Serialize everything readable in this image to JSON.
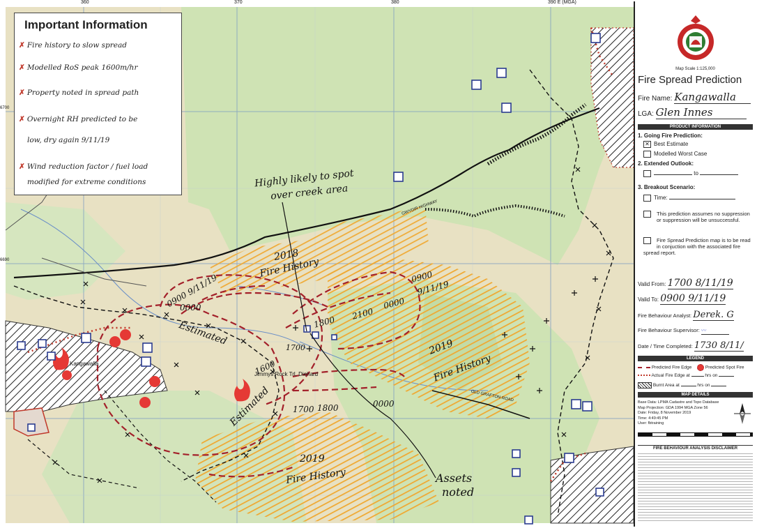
{
  "info_box": {
    "title": "Important Information",
    "notes": [
      "Fire history to slow spread",
      "Modelled RoS peak 1600m/hr",
      "Property noted in spread path",
      "Overnight RH predicted to be",
      "low, dry again 9/11/19",
      "Wind reduction factor / fuel load",
      "modified for extreme conditions"
    ]
  },
  "map": {
    "town_label": "Kangawalla",
    "trail_label": "Jimmys Rock Trl, Diehard",
    "road_gwydir": "GWYDIR HIGHWAY",
    "road_old_grafton": "OLD GRAFTON ROAD",
    "grid_top": [
      "360",
      "370",
      "380",
      "390 E (MGA)"
    ],
    "grid_left": [
      "6700",
      "6690"
    ],
    "annotations": {
      "spot": "Highly likely to spot",
      "spot2": "over creek area",
      "assets": "Assets",
      "assets2": "noted",
      "fh2018a": "2018",
      "fh2018b": "Fire History",
      "fh2019a": "2019",
      "fh2019b": "Fire History",
      "fh2019c": "2019",
      "fh2019d": "Fire History",
      "est1": "Estimated",
      "est2": "Estimated",
      "t1": "0900 9/11/19",
      "t2": "0000",
      "t3": "0000",
      "t4": "0900",
      "t5": "9/11/19",
      "t6": "2100",
      "t7": "1800",
      "t8": "1700",
      "t9": "1600",
      "t10": "1700",
      "t11": "1800",
      "t12": "0000"
    }
  },
  "panel": {
    "map_scale": "Map Scale 1:125,000",
    "title": "Fire Spread Prediction",
    "fire_name_label": "Fire Name:",
    "fire_name_value": "Kangawalla",
    "lga_label": "LGA:",
    "lga_value": "Glen Innes",
    "product_header": "PRODUCT INFORMATION",
    "going_label": "1. Going Fire Prediction:",
    "best_estimate": "Best Estimate",
    "worst_case": "Modelled Worst Case",
    "extended_label": "2. Extended Outlook:",
    "to_label": "to",
    "breakout_label": "3. Breakout Scenario:",
    "time_label": "Time:",
    "assumption_text": "This prediction assumes no suppression or suppression will be unsuccessful.",
    "read_text": "Fire Spread Prediction map is to be read in conjuction with the associated fire spread report.",
    "valid_from_label": "Valid From:",
    "valid_from_value": "1700 8/11/19",
    "valid_to_label": "Valid To:",
    "valid_to_value": "0900 9/11/19",
    "analyst_label": "Fire Behaviour Analyst:",
    "analyst_value": "Derek. G",
    "supervisor_label": "Fire Behaviour Supervisor:",
    "completed_label": "Date / Time Completed:",
    "completed_value": "1730 8/11/",
    "legend_header": "LEGEND",
    "legend_pred_edge": "Predicted Fire Edge",
    "legend_spot": "Predicted Spot Fire",
    "legend_actual": "Actual Fire Edge at",
    "legend_hrs_on": "hrs on",
    "legend_burnt": "Burnt Area at",
    "details_header": "MAP DETAILS",
    "details": [
      "Base Data: LPMA Cadastre and Topo Database",
      "Map Projection: GDA 1994 MGA Zone 56",
      "Date: Friday, 8 November 2019",
      "Time: 4:49:45 PM",
      "User: fbtraining"
    ],
    "disclaimer_header": "FIRE BEHAVIOUR ANALYSIS DISCLAIMER",
    "colors": {
      "fire_red": "#d32f2f",
      "hist_orange": "#f0a830",
      "map_green": "#cfe3b4",
      "topo_tan": "#e8e1c3",
      "grid_blue": "#7a9ac2"
    }
  }
}
